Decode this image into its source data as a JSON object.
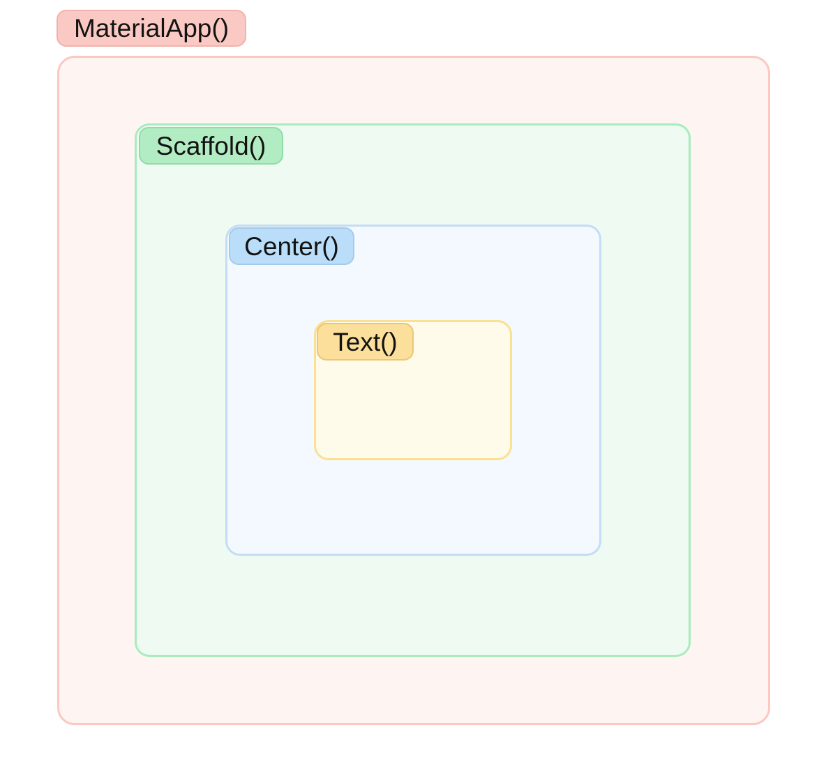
{
  "widget_tree": {
    "material_app": {
      "label": "MaterialApp()",
      "pill_fill": "#fbc9c3",
      "pill_border": "#f0b2ac",
      "box_fill": "#fef5f3",
      "box_border": "#fcc8c2"
    },
    "scaffold": {
      "label": "Scaffold()",
      "pill_fill": "#b2ecc2",
      "pill_border": "#90dca8",
      "box_fill": "#effaf2",
      "box_border": "#a8ecbe"
    },
    "center": {
      "label": "Center()",
      "pill_fill": "#badef9",
      "pill_border": "#a5c9e8",
      "box_fill": "#f3f9fe",
      "box_border": "#c3ddf5"
    },
    "text": {
      "label": "Text()",
      "pill_fill": "#fbdf9b",
      "pill_border": "#e9c775",
      "box_fill": "#fffbeb",
      "box_border": "#fbe092"
    },
    "text_color": "#121212",
    "page_background": "#ffffff"
  }
}
